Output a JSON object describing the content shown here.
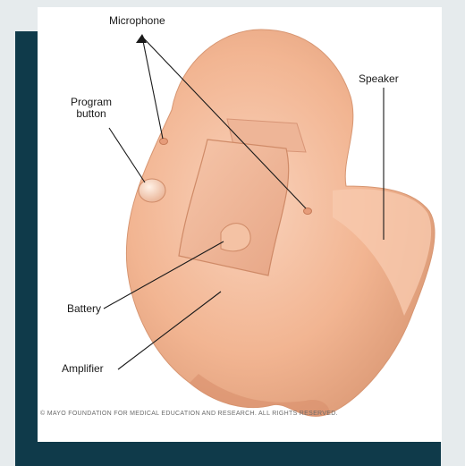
{
  "labels": {
    "microphone": "Microphone",
    "speaker": "Speaker",
    "program_button": "Program\nbutton",
    "battery": "Battery",
    "amplifier": "Amplifier"
  },
  "copyright": "© MAYO FOUNDATION FOR MEDICAL EDUCATION AND RESEARCH. ALL RIGHTS RESERVED.",
  "colors": {
    "panel": "#0f3a4a",
    "device": "#f2b99a",
    "background": "#ffffff"
  }
}
